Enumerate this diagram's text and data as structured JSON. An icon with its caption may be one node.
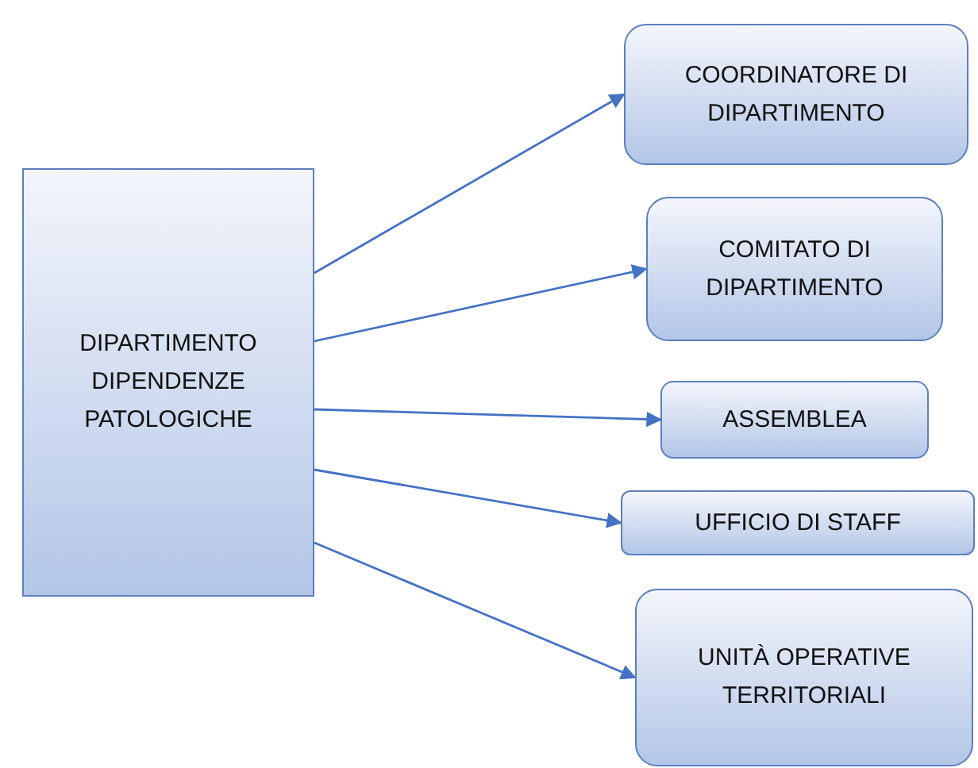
{
  "diagram": {
    "nodes": [
      {
        "text": [
          "DIPARTIMENTO DIPENDENZE PATOLOGICHE"
        ]
      },
      {
        "text": [
          "COORDINATORE DI DIPARTIMENTO"
        ]
      },
      {
        "text": [
          "COMITATO DI DIPARTIMENTO"
        ]
      },
      {
        "text": [
          "ASSEMBLEA"
        ]
      },
      {
        "text": [
          "UFFICIO DI STAFF"
        ]
      },
      {
        "text": [
          "UNITÀ OPERATIVE TERRITORIALI"
        ]
      }
    ],
    "edges": [
      {
        "from": 0,
        "to": 1,
        "arrow": "to"
      },
      {
        "from": 0,
        "to": 2,
        "arrow": "to"
      },
      {
        "from": 0,
        "to": 3,
        "arrow": "to"
      },
      {
        "from": 0,
        "to": 4,
        "arrow": "to"
      },
      {
        "from": 0,
        "to": 5,
        "arrow": "to"
      }
    ]
  }
}
